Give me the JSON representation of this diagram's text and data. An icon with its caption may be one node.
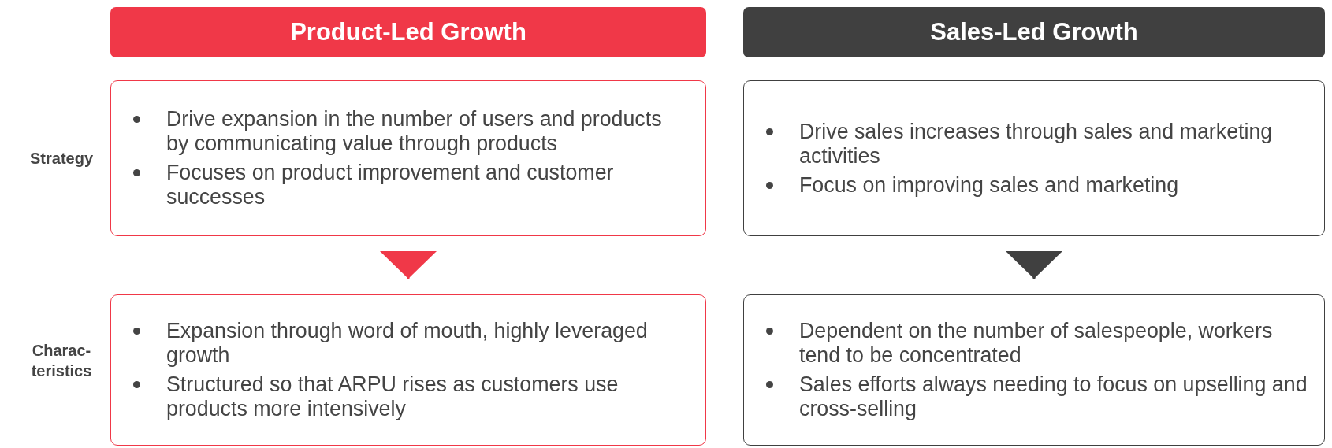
{
  "diagram": {
    "nodes": [
      {
        "text": [
          "Product-Led Growth"
        ]
      },
      {
        "text": [
          "Sales-Led Growth"
        ]
      },
      {
        "text": [
          "Drive expansion in the number of users and products by communicating value through products",
          "Focuses on product improvement and customer successes"
        ]
      },
      {
        "text": [
          "Drive sales increases through sales and marketing activities",
          "Focus on improving sales and marketing"
        ]
      },
      {
        "text": [
          "Expansion through word of mouth, highly leveraged growth",
          "Structured so that ARPU rises as customers use products more intensively"
        ]
      },
      {
        "text": [
          "Dependent on the number of salespeople, workers tend to be concentrated",
          "Sales efforts always needing to focus on upselling and cross-selling"
        ]
      }
    ],
    "edges": [
      {
        "from": 2,
        "to": 4,
        "arrow": "to",
        "color": "#f03848"
      },
      {
        "from": 3,
        "to": 5,
        "arrow": "to",
        "color": "#404040"
      }
    ],
    "labels": [
      "Strategy",
      "Charac- teristics"
    ]
  }
}
